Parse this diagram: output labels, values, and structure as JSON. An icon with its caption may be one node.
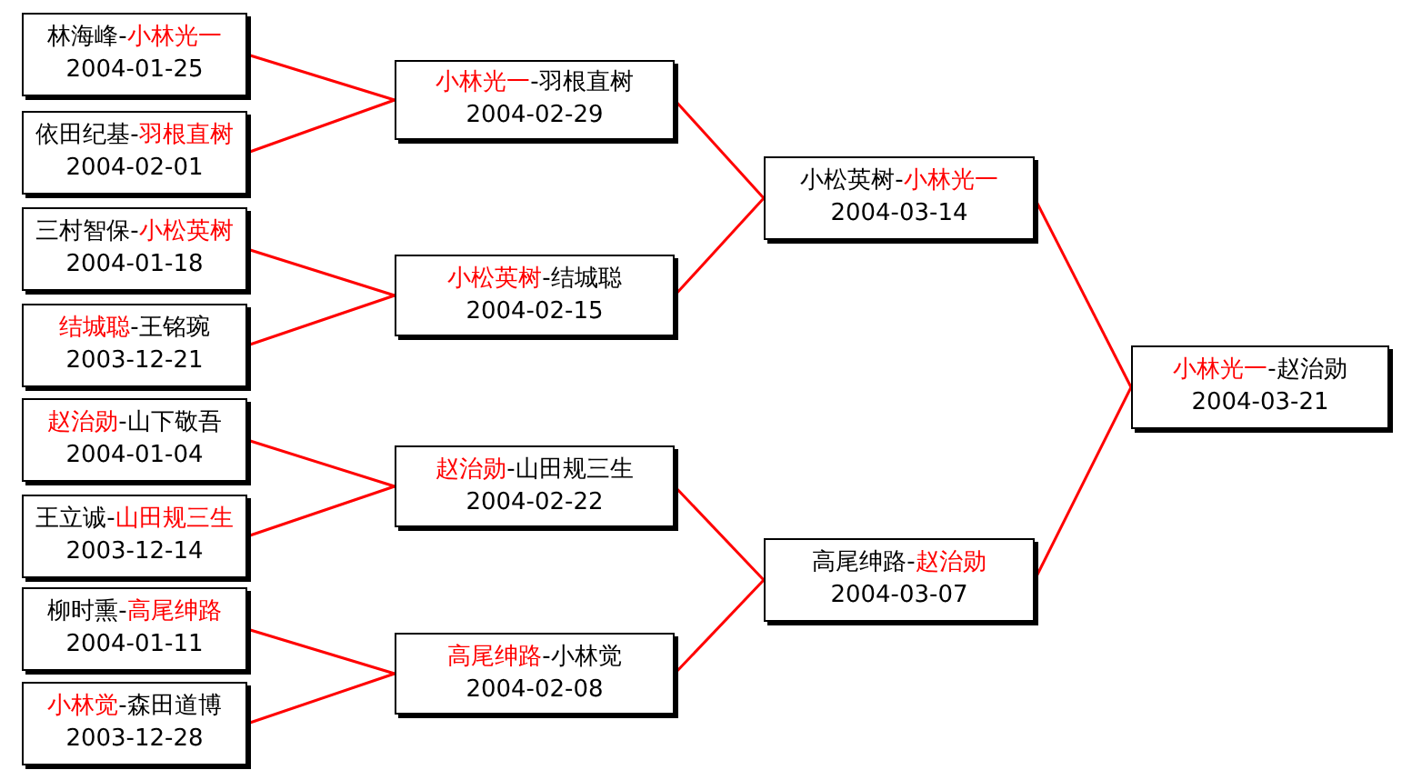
{
  "diagram": {
    "nodes": [
      {
        "text": [
          "林海峰-**小林光一**",
          "2004-01-25"
        ]
      },
      {
        "text": [
          "依田纪基-**羽根直树**",
          "2004-02-01"
        ]
      },
      {
        "text": [
          "三村智保-**小松英树**",
          "2004-01-18"
        ]
      },
      {
        "text": [
          "**结城聪**-王铭琬",
          "2003-12-21"
        ]
      },
      {
        "text": [
          "**赵治勋**-山下敬吾",
          "2004-01-04"
        ]
      },
      {
        "text": [
          "王立诚-**山田规三生**",
          "2003-12-14"
        ]
      },
      {
        "text": [
          "柳时熏-**高尾绅路**",
          "2004-01-11"
        ]
      },
      {
        "text": [
          "**小林觉**-森田道博",
          "2003-12-28"
        ]
      },
      {
        "text": [
          "**小林光一**-羽根直树",
          "2004-02-29"
        ]
      },
      {
        "text": [
          "**小松英树**-结城聪",
          "2004-02-15"
        ]
      },
      {
        "text": [
          "**赵治勋**-山田规三生",
          "2004-02-22"
        ]
      },
      {
        "text": [
          "**高尾绅路**-小林觉",
          "2004-02-08"
        ]
      },
      {
        "text": [
          "小松英树-**小林光一**",
          "2004-03-14"
        ]
      },
      {
        "text": [
          "高尾绅路-**赵治勋**",
          "2004-03-07"
        ]
      },
      {
        "text": [
          "**小林光一**-赵治勋",
          "2004-03-21"
        ]
      }
    ],
    "edges": [
      {
        "from": 0,
        "to": 8,
        "arrow": "none"
      },
      {
        "from": 1,
        "to": 8,
        "arrow": "none"
      },
      {
        "from": 2,
        "to": 9,
        "arrow": "none"
      },
      {
        "from": 3,
        "to": 9,
        "arrow": "none"
      },
      {
        "from": 4,
        "to": 10,
        "arrow": "none"
      },
      {
        "from": 5,
        "to": 10,
        "arrow": "none"
      },
      {
        "from": 6,
        "to": 11,
        "arrow": "none"
      },
      {
        "from": 7,
        "to": 11,
        "arrow": "none"
      },
      {
        "from": 8,
        "to": 12,
        "arrow": "none"
      },
      {
        "from": 9,
        "to": 12,
        "arrow": "none"
      },
      {
        "from": 10,
        "to": 13,
        "arrow": "none"
      },
      {
        "from": 11,
        "to": 13,
        "arrow": "none"
      },
      {
        "from": 12,
        "to": 14,
        "arrow": "none"
      },
      {
        "from": 13,
        "to": 14,
        "arrow": "none"
      }
    ]
  }
}
